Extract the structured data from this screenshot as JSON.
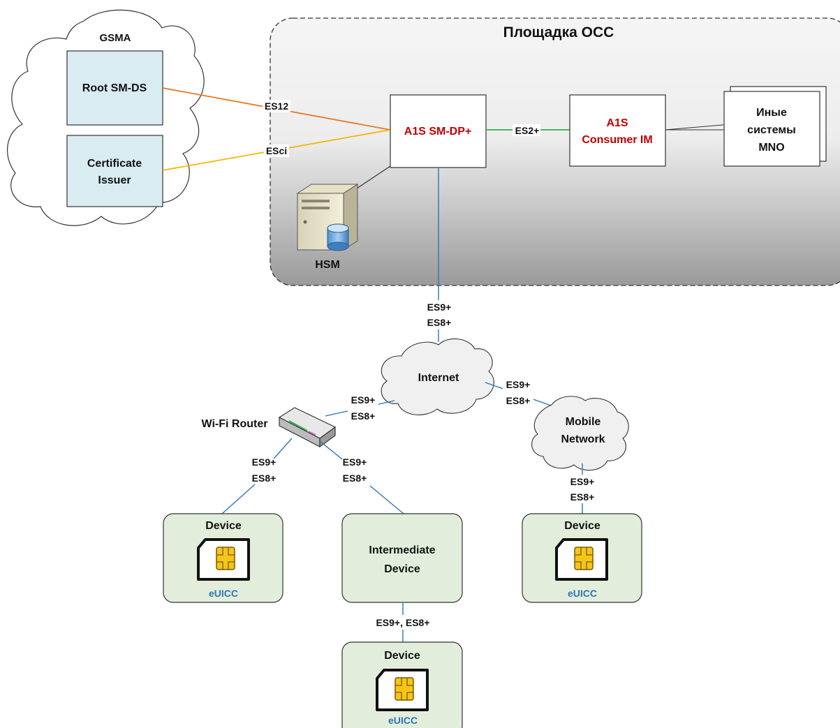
{
  "colors": {
    "link_es12": "#e87722",
    "link_esci": "#f2b705",
    "link_es2": "#2fb14a",
    "link_es9": "#2e75b6",
    "cloud_fill": "#f0f0f0",
    "gsma_box_fill": "#d9ecf2",
    "device_fill": "#e2eedb",
    "site_gradient_top": "#f4f4f4",
    "site_gradient_bottom": "#9a9a9a",
    "highlight_text": "#c00000",
    "euicc_text": "#2e75b6",
    "chip_fill": "#f5c518"
  },
  "gsma": {
    "title": "GSMA",
    "root_smds": "Root SM-DS",
    "cert_issuer_line1": "Certificate",
    "cert_issuer_line2": "Issuer"
  },
  "site": {
    "title": "Площадка ОСС",
    "smdp": "A1S SM-DP+",
    "consumer_im_line1": "A1S",
    "consumer_im_line2": "Consumer IM",
    "other_line1": "Иные",
    "other_line2": "системы",
    "other_line3": "MNO",
    "hsm": "HSM"
  },
  "links": {
    "es12": "ES12",
    "esci": "ESci",
    "es2": "ES2+",
    "es9": "ES9+",
    "es8": "ES8+",
    "es9_es8": "ES9+, ES8+"
  },
  "network": {
    "internet": "Internet",
    "mobile_line1": "Mobile",
    "mobile_line2": "Network",
    "router": "Wi-Fi Router"
  },
  "devices": {
    "device": "Device",
    "euicc": "eUICC",
    "intermediate_line1": "Intermediate",
    "intermediate_line2": "Device"
  }
}
